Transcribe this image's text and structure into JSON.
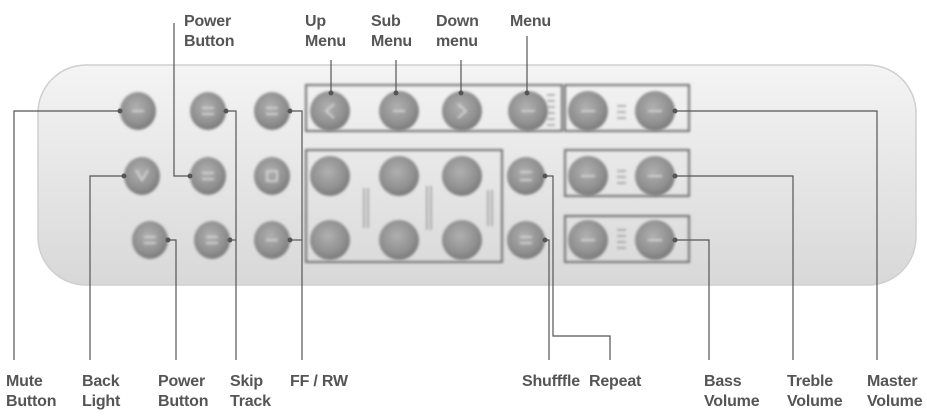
{
  "labels": {
    "power_button_top": [
      "Power",
      "Button"
    ],
    "up_menu": [
      "Up",
      "Menu"
    ],
    "sub_menu": [
      "Sub",
      "Menu"
    ],
    "down_menu": [
      "Down",
      "menu"
    ],
    "menu": [
      "Menu"
    ],
    "mute_button": [
      "Mute",
      "Button"
    ],
    "back_light": [
      "Back",
      "Light"
    ],
    "power_button_bottom": [
      "Power",
      "Button"
    ],
    "skip_track": [
      "Skip",
      "Track"
    ],
    "ff_rw": [
      "FF / RW"
    ],
    "shuffle": [
      "Shufffle"
    ],
    "repeat": [
      "Repeat"
    ],
    "bass_volume": [
      "Bass",
      "Volume"
    ],
    "treble_volume": [
      "Treble",
      "Volume"
    ],
    "master_volume": [
      "Master",
      "Volume"
    ]
  },
  "colors": {
    "remote_body": "#e9e9e9",
    "button": "#8f8f8f",
    "leader_line": "#555555",
    "label_text": "#555555"
  }
}
